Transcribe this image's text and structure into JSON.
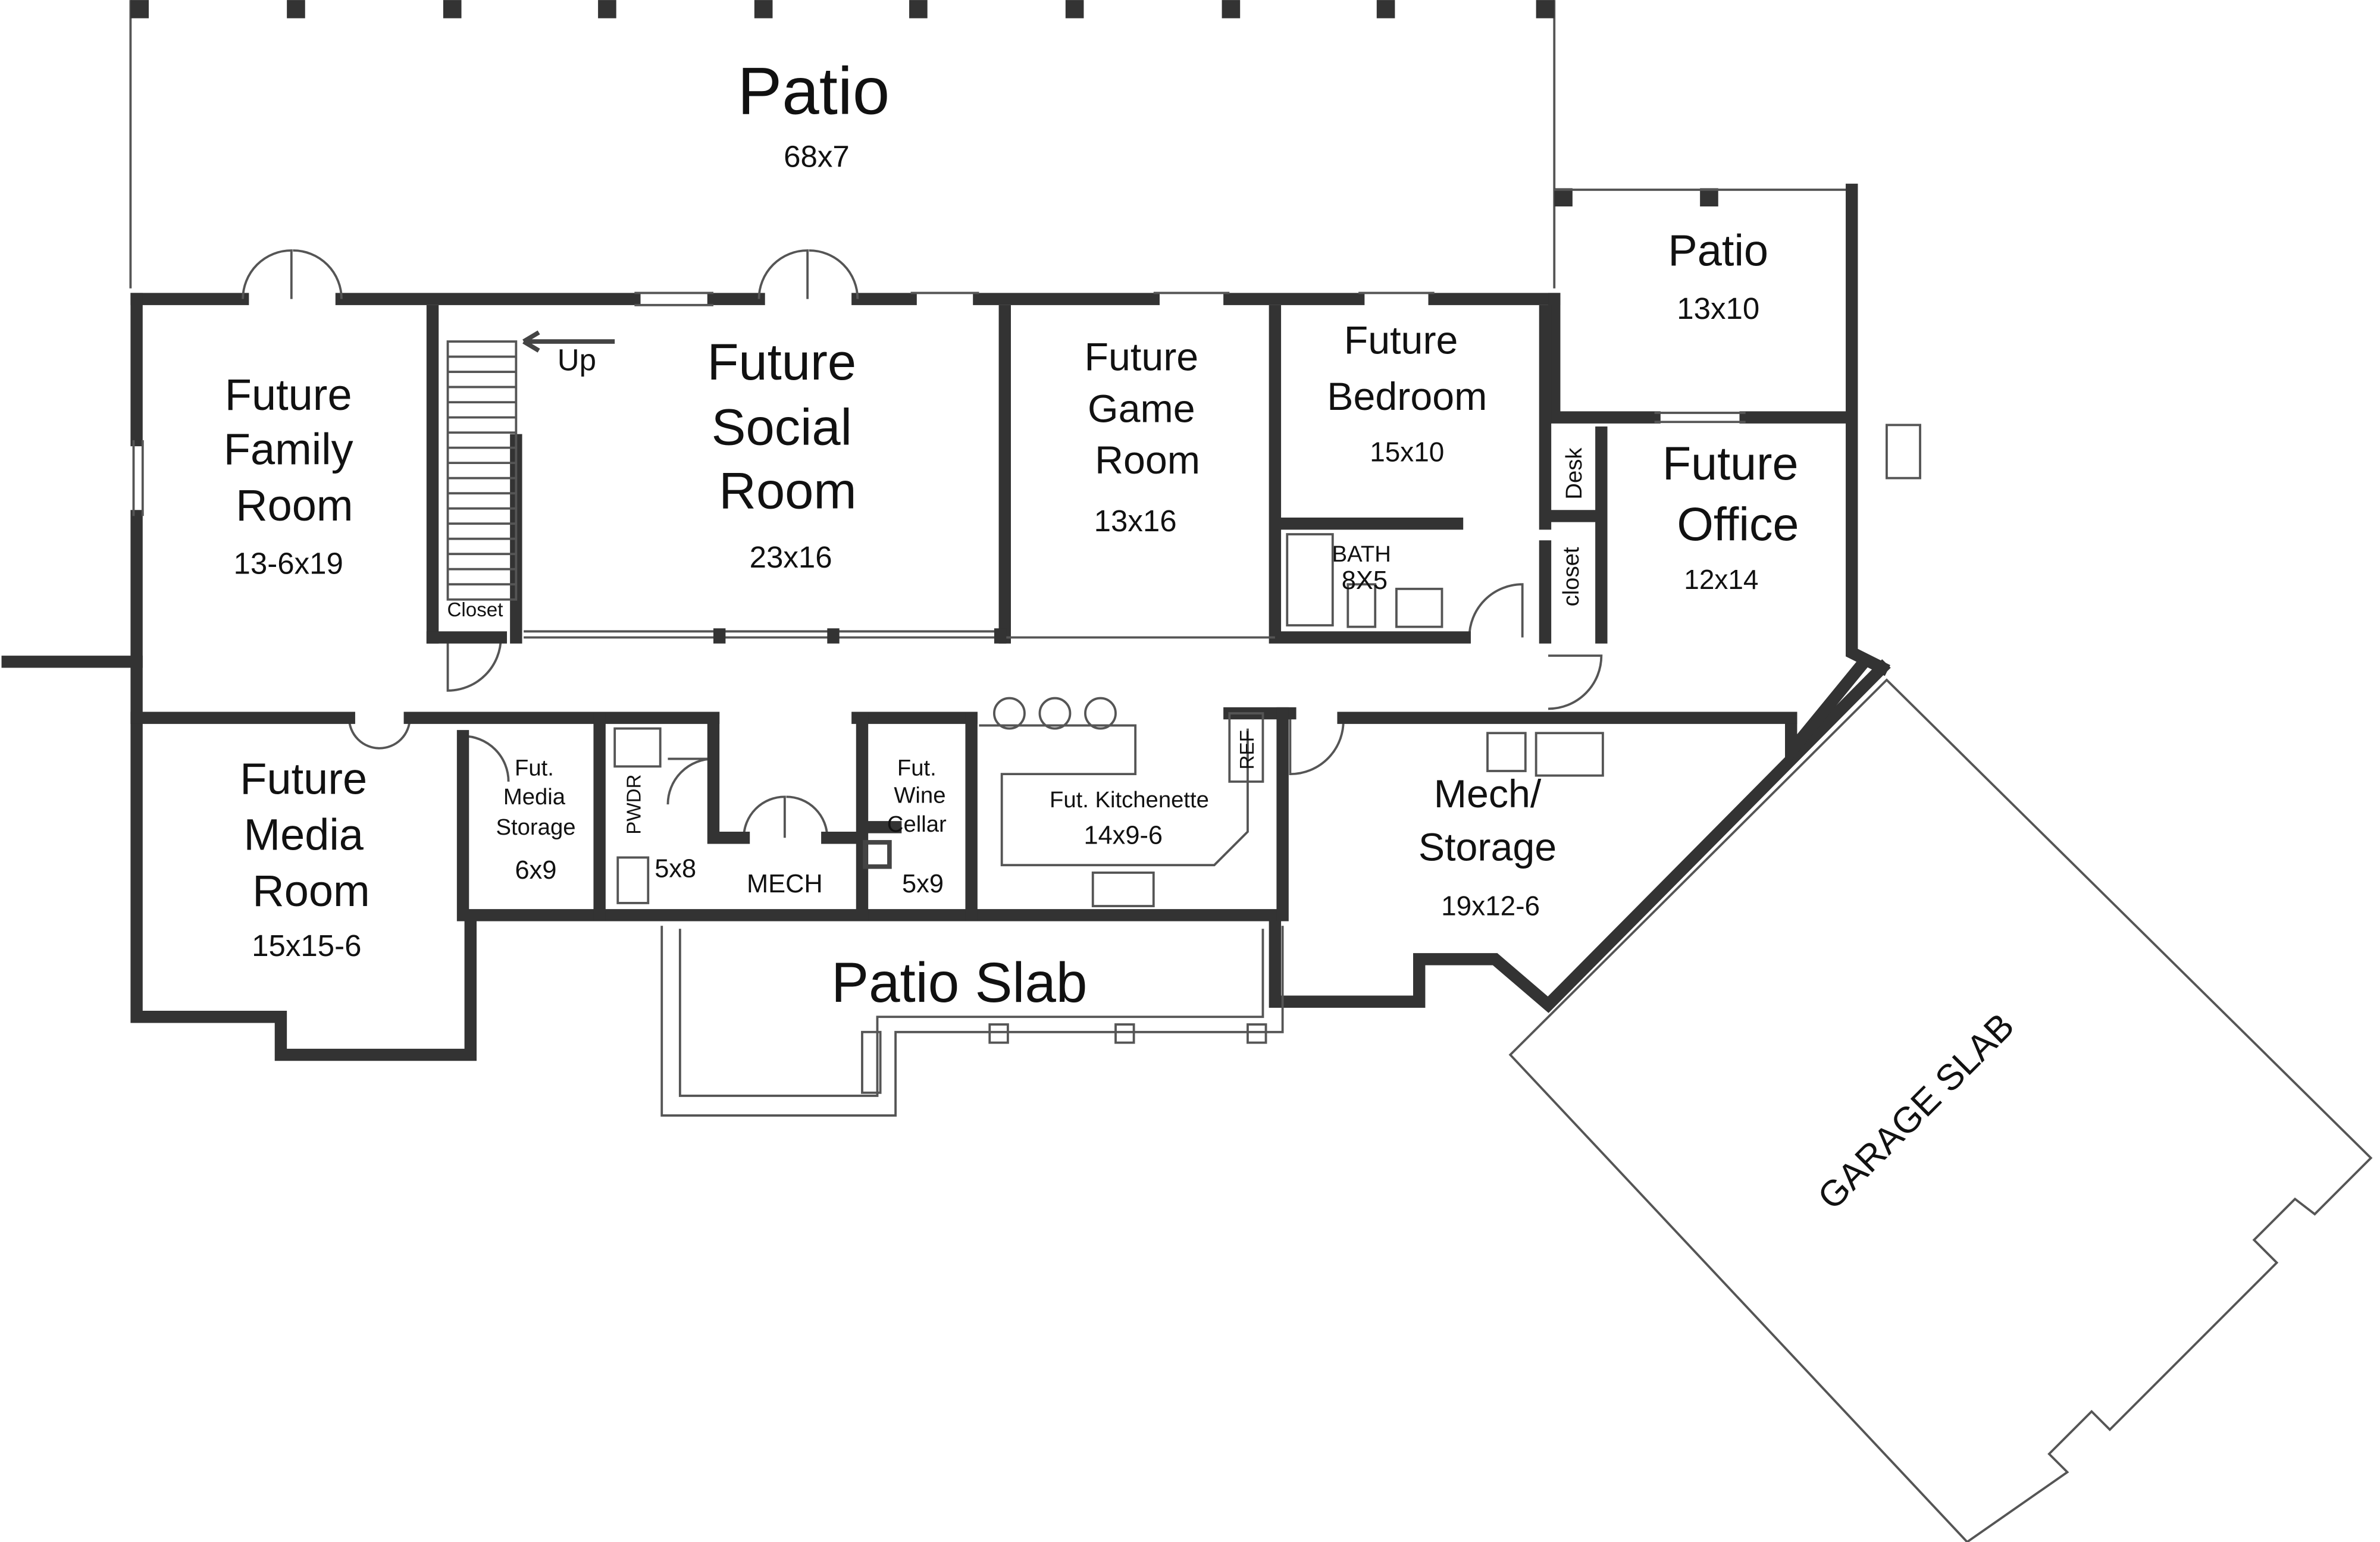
{
  "plan": {
    "patio_main": {
      "name": "Patio",
      "dims": "68x7"
    },
    "patio_side": {
      "name": "Patio",
      "dims": "13x10"
    },
    "family_room": {
      "lines": [
        "Future",
        "Family",
        "Room"
      ],
      "dims": "13-6x19"
    },
    "social_room": {
      "lines": [
        "Future",
        "Social",
        "Room"
      ],
      "dims": "23x16"
    },
    "game_room": {
      "lines": [
        "Future",
        "Game",
        "Room"
      ],
      "dims": "13x16"
    },
    "bedroom": {
      "lines": [
        "Future",
        "Bedroom"
      ],
      "dims": "15x10"
    },
    "bath": {
      "name": "BATH",
      "dims": "8X5"
    },
    "office": {
      "lines": [
        "Future",
        "Office"
      ],
      "dims": "12x14"
    },
    "desk": "Desk",
    "office_closet": "closet",
    "stair": {
      "label": "Up"
    },
    "stair_closet": "Closet",
    "media_room": {
      "lines": [
        "Future",
        "Media",
        "Room"
      ],
      "dims": "15x15-6"
    },
    "media_storage": {
      "lines": [
        "Fut.",
        "Media",
        "Storage"
      ],
      "dims": "6x9"
    },
    "powder": {
      "name": "PWDR",
      "dims": "5x8"
    },
    "mech_small": "MECH",
    "wine_cellar": {
      "lines": [
        "Fut.",
        "Wine",
        "Cellar"
      ],
      "dims": "5x9"
    },
    "kitchenette": {
      "name": "Fut. Kitchenette",
      "dims": "14x9-6"
    },
    "ref": "REF",
    "mech_storage": {
      "lines": [
        "Mech/",
        "Storage"
      ],
      "dims": "19x12-6"
    },
    "patio_slab": "Patio Slab",
    "garage_slab": "GARAGE SLAB"
  }
}
